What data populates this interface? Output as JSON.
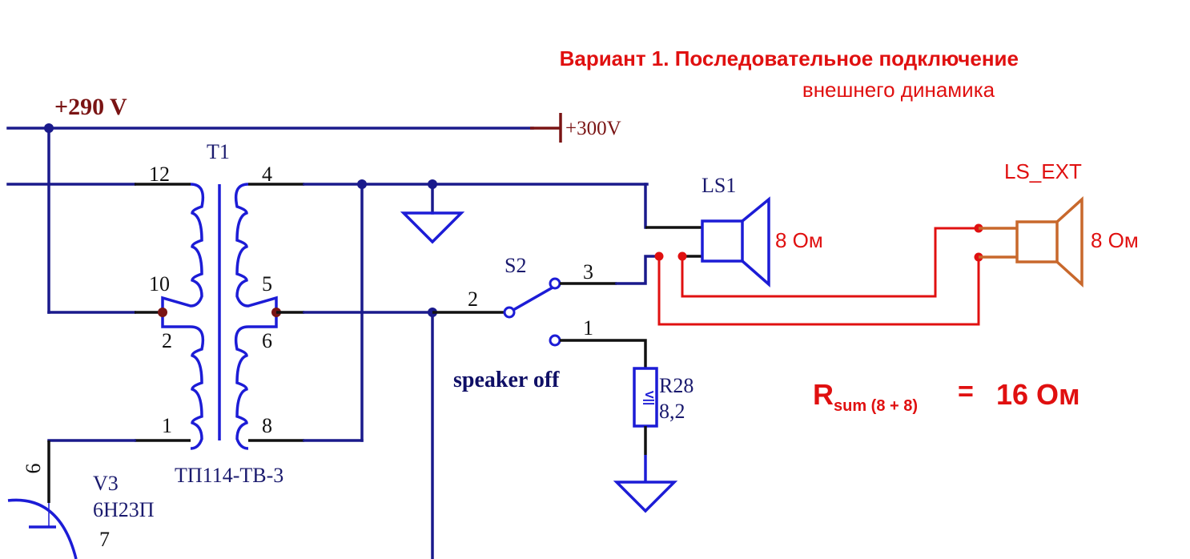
{
  "title": {
    "line1": "Вариант 1. Последовательное подключение",
    "line2": "внешнего динамика"
  },
  "supply": {
    "main_label": "+290 V",
    "rail_label": "+300V"
  },
  "transformer": {
    "ref": "T1",
    "model": "ТП114-ТВ-3",
    "pins": {
      "p12": "12",
      "p10": "10",
      "p2": "2",
      "p1": "1",
      "p4": "4",
      "p5": "5",
      "p6": "6",
      "p8": "8"
    }
  },
  "tube": {
    "ref": "V3",
    "model": "6Н23П",
    "pin_anode": "6",
    "pin_cathode": "7"
  },
  "switch": {
    "ref": "S2",
    "pin_common": "2",
    "pin_speaker": "3",
    "pin_off": "1",
    "off_label": "speaker off"
  },
  "resistor": {
    "ref": "R28",
    "value": "8,2",
    "power_mark": "V||"
  },
  "speaker_internal": {
    "ref": "LS1",
    "impedance": "8 Ом"
  },
  "speaker_external": {
    "ref": "LS_EXT",
    "impedance": "8 Ом"
  },
  "formula": {
    "r_symbol": "R",
    "subscript": "sum (8 + 8)",
    "equals": "=",
    "result": "16 Ом"
  },
  "colors": {
    "wire": "#1a1a8c",
    "component": "#1c1cd6",
    "external_wiring": "#e01010",
    "external_speaker": "#c8682c",
    "supply": "#7a1414"
  }
}
